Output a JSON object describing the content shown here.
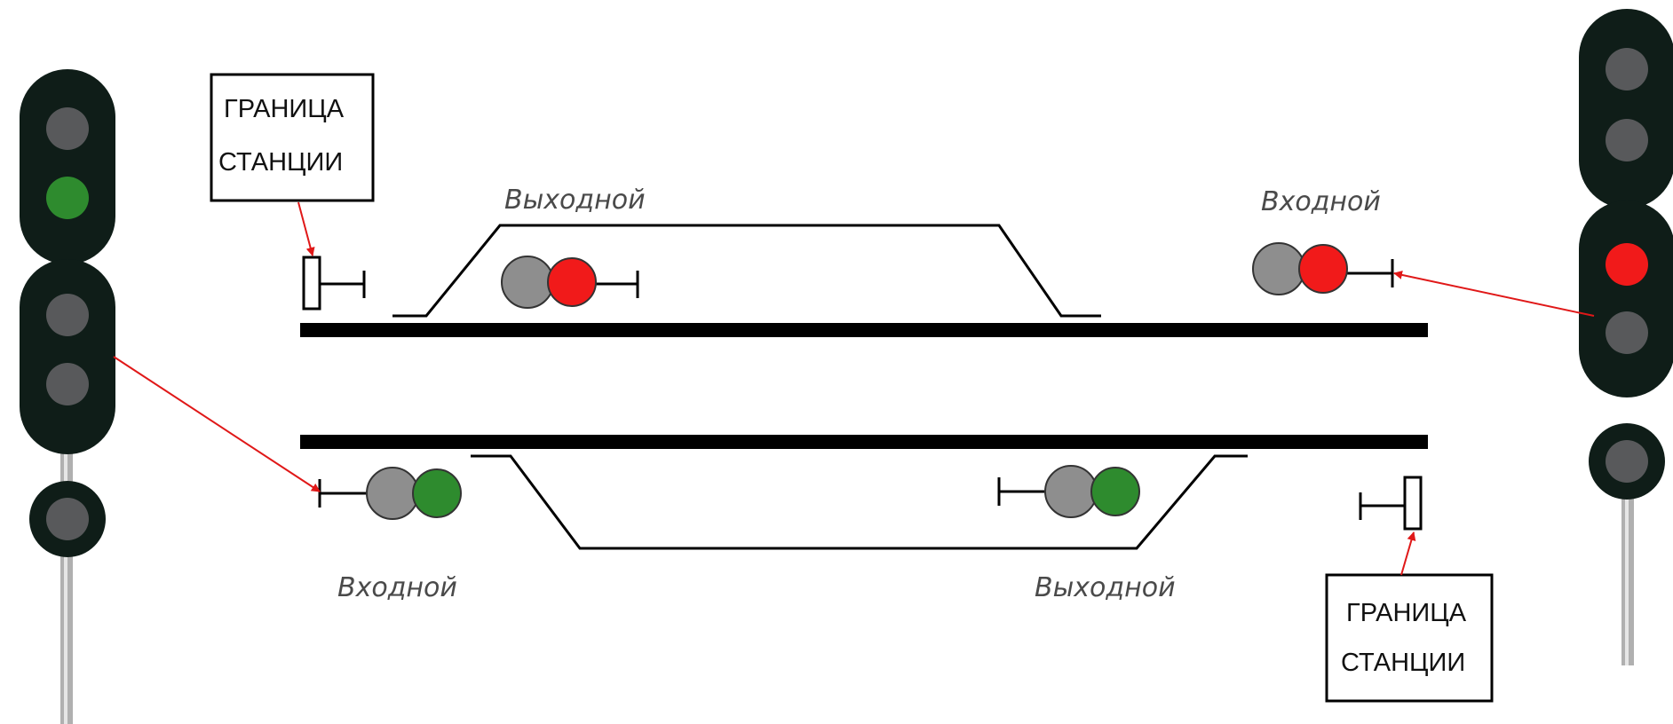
{
  "labels": {
    "top_exit": "Выходной",
    "top_entry": "Входной",
    "bottom_entry": "Входной",
    "bottom_exit": "Выходной"
  },
  "boundary_top": {
    "line1": "ГРАНИЦА",
    "line2": "СТАНЦИИ"
  },
  "boundary_bottom": {
    "line1": "ГРАНИЦА",
    "line2": "СТАНЦИИ"
  },
  "colors": {
    "track": "#000000",
    "signal_body": "#0f1d18",
    "lamp_off": "#58595b",
    "lamp_red": "#f11a1a",
    "lamp_green": "#2e8b2e",
    "lamp_gray": "#8e8e8e",
    "arrow": "#e01818"
  },
  "signals": {
    "left_mast": {
      "lamps": [
        "off",
        "green",
        "off",
        "off",
        "off"
      ]
    },
    "right_mast": {
      "lamps": [
        "off",
        "off",
        "red",
        "off",
        "off"
      ]
    },
    "top_exit": {
      "lamps": [
        "gray",
        "red"
      ]
    },
    "top_entry": {
      "lamps": [
        "gray",
        "red"
      ]
    },
    "bottom_entry": {
      "lamps": [
        "gray",
        "green"
      ]
    },
    "bottom_exit": {
      "lamps": [
        "gray",
        "green"
      ]
    }
  }
}
